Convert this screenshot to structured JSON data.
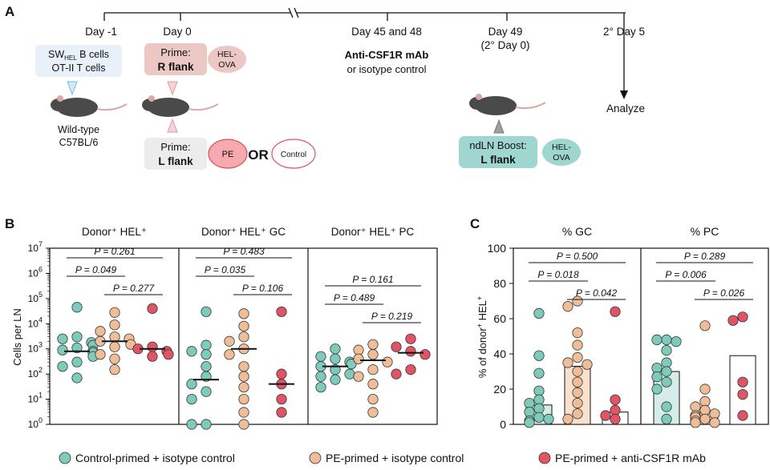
{
  "panel_a": {
    "letter": "A",
    "timeline": [
      {
        "label": "Day -1",
        "sub": ""
      },
      {
        "label": "Day 0",
        "sub": ""
      },
      {
        "label": "Day 45 and 48",
        "sub": ""
      },
      {
        "label": "Day 49",
        "sub": "(2° Day 0)"
      },
      {
        "label": "2° Day 5",
        "sub": ""
      }
    ],
    "cells_box": {
      "line1_pre": "SW",
      "line1_sub": "HEL",
      "line1_post": " B cells",
      "line2": "OT-II T cells"
    },
    "mouse_label": {
      "line1": "Wild-type",
      "line2": "C57BL/6"
    },
    "prime_r": {
      "line1": "Prime:",
      "line2": "R flank"
    },
    "hel_ova_1": {
      "line1": "HEL-",
      "line2": "OVA"
    },
    "prime_l": {
      "line1": "Prime:",
      "line2": "L flank"
    },
    "pe_label": "PE",
    "or_label": "OR",
    "control_label": "Control",
    "treatment": {
      "line1": "Anti-CSF1R mAb",
      "line2": "or isotype control"
    },
    "boost": {
      "line1": "ndLN Boost:",
      "line2": "L flank"
    },
    "hel_ova_2": {
      "line1": "HEL-",
      "line2": "OVA"
    },
    "analyze": "Analyze"
  },
  "panel_b": {
    "letter": "B",
    "ylabel": "Cells per LN",
    "colors": {
      "control": "#7fcbbb",
      "pe": "#efbe98",
      "csf": "#e05565"
    },
    "chart_data": {
      "type": "scatter",
      "yscale": "log",
      "ylim": [
        1,
        10000000
      ],
      "yticks": [
        {
          "base": "10",
          "exp": "0"
        },
        {
          "base": "10",
          "exp": "1"
        },
        {
          "base": "10",
          "exp": "2"
        },
        {
          "base": "10",
          "exp": "3"
        },
        {
          "base": "10",
          "exp": "4"
        },
        {
          "base": "10",
          "exp": "5"
        },
        {
          "base": "10",
          "exp": "6"
        },
        {
          "base": "10",
          "exp": "7"
        }
      ],
      "facets": [
        {
          "title": "Donor⁺ HEL⁺",
          "groups": [
            {
              "name": "Control-primed + isotype control",
              "median": 800,
              "values": [
                45000,
                3000,
                2500,
                1800,
                1400,
                1100,
                900,
                800,
                700,
                500,
                300,
                200,
                70
              ]
            },
            {
              "name": "PE-primed + isotype control",
              "median": 2000,
              "values": [
                28000,
                9000,
                5000,
                3000,
                2500,
                2000,
                1500,
                1200,
                600,
                400,
                150
              ]
            },
            {
              "name": "PE-primed + anti-CSF1R mAb",
              "median": 1000,
              "values": [
                40000,
                1200,
                1000,
                800,
                600,
                500
              ]
            }
          ],
          "pvalues": [
            "P = 0.261",
            "P = 0.049",
            "P = 0.277"
          ]
        },
        {
          "title": "Donor⁺ HEL⁺ GC",
          "groups": [
            {
              "name": "Control-primed + isotype control",
              "median": 60,
              "values": [
                30000,
                1400,
                800,
                600,
                200,
                80,
                40,
                20,
                10,
                1,
                1
              ]
            },
            {
              "name": "PE-primed + isotype control",
              "median": 1000,
              "values": [
                25000,
                8000,
                3000,
                2000,
                1000,
                600,
                200,
                80,
                30,
                10,
                3,
                1
              ]
            },
            {
              "name": "PE-primed + anti-CSF1R mAb",
              "median": 40,
              "values": [
                30000,
                100,
                40,
                10,
                3
              ]
            }
          ],
          "pvalues": [
            "P = 0.483",
            "P = 0.035",
            "P = 0.106"
          ]
        },
        {
          "title": "Donor⁺ HEL⁺ PC",
          "groups": [
            {
              "name": "Control-primed + isotype control",
              "median": 200,
              "values": [
                1000,
                500,
                400,
                300,
                250,
                200,
                150,
                100,
                80,
                60,
                30
              ]
            },
            {
              "name": "PE-primed + isotype control",
              "median": 350,
              "values": [
                1500,
                900,
                600,
                400,
                300,
                150,
                80,
                40,
                10,
                3
              ]
            },
            {
              "name": "PE-primed + anti-CSF1R mAb",
              "median": 700,
              "values": [
                2500,
                1200,
                800,
                600,
                150,
                100
              ]
            }
          ],
          "pvalues": [
            "P = 0.161",
            "P = 0.489",
            "P = 0.219"
          ]
        }
      ]
    }
  },
  "panel_c": {
    "letter": "C",
    "ylabel_pre": "% of donor",
    "ylabel_sup1": "+",
    "ylabel_mid": " HEL",
    "ylabel_sup2": "+",
    "chart_data": {
      "type": "bar",
      "ylim": [
        0,
        100
      ],
      "yticks": [
        "0",
        "20",
        "40",
        "60",
        "80",
        "100"
      ],
      "facets": [
        {
          "title": "% GC",
          "groups": [
            {
              "name": "Control-primed + isotype control",
              "bar": 11,
              "values": [
                63,
                39,
                29,
                19,
                14,
                12,
                9,
                7,
                4,
                3,
                2,
                1
              ]
            },
            {
              "name": "PE-primed + isotype control",
              "bar": 33,
              "values": [
                70,
                67,
                52,
                45,
                38,
                35,
                34,
                30,
                24,
                18,
                12,
                6,
                3
              ]
            },
            {
              "name": "PE-primed + anti-CSF1R mAb",
              "bar": 7,
              "values": [
                64,
                14,
                8,
                5,
                3
              ]
            }
          ],
          "pvalues": [
            "P = 0.500",
            "P = 0.018",
            "P = 0.042"
          ]
        },
        {
          "title": "% PC",
          "groups": [
            {
              "name": "Control-primed + isotype control",
              "bar": 30,
              "values": [
                48,
                48,
                47,
                42,
                35,
                32,
                30,
                27,
                24,
                20,
                10,
                3
              ]
            },
            {
              "name": "PE-primed + isotype control",
              "bar": 7,
              "values": [
                56,
                20,
                13,
                10,
                8,
                6,
                5,
                4,
                3,
                2,
                1,
                1
              ]
            },
            {
              "name": "PE-primed + anti-CSF1R mAb",
              "bar": 39,
              "values": [
                61,
                59,
                24,
                17,
                5
              ]
            }
          ],
          "pvalues": [
            "P = 0.289",
            "P = 0.006",
            "P = 0.026"
          ]
        }
      ]
    }
  },
  "legend": [
    {
      "label": "Control-primed + isotype control",
      "color": "#7fcbbb"
    },
    {
      "label": "PE-primed + isotype control",
      "color": "#efbe98"
    },
    {
      "label": "PE-primed + anti-CSF1R mAb",
      "color": "#e05565"
    }
  ]
}
